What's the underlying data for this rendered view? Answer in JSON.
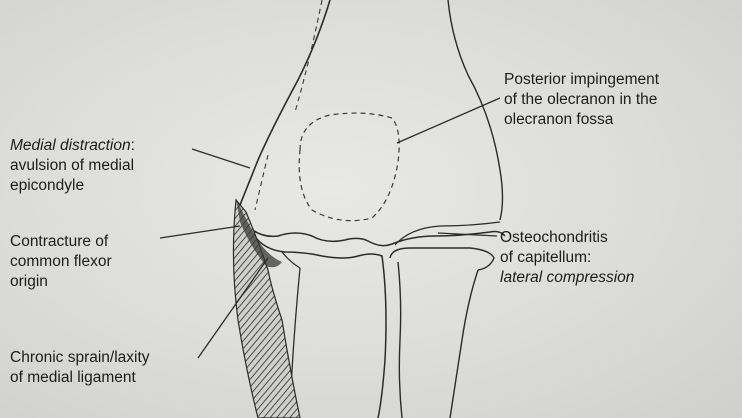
{
  "labels": {
    "posterior": {
      "line1": "Posterior impingement",
      "line2": "of the olecranon in the",
      "line3": "olecranon fossa"
    },
    "medial_distraction": {
      "term": "Medial distraction",
      "colon": ":",
      "line2": "avulsion of medial",
      "line3": "epicondyle"
    },
    "flexor": {
      "line1": "Contracture of",
      "line2": "common flexor",
      "line3": "origin"
    },
    "osteo": {
      "line1": "Osteochondritis",
      "line2": "of capitellum:",
      "line3": "lateral compression"
    },
    "sprain": {
      "line1": "Chronic sprain/laxity",
      "line2": "of medial ligament"
    }
  },
  "colors": {
    "ink": "#1c1c1c",
    "paper": "#dedede",
    "vignette": "#b5b5b3"
  },
  "icons": {
    "hatch": "ligament-hatch-pattern"
  }
}
